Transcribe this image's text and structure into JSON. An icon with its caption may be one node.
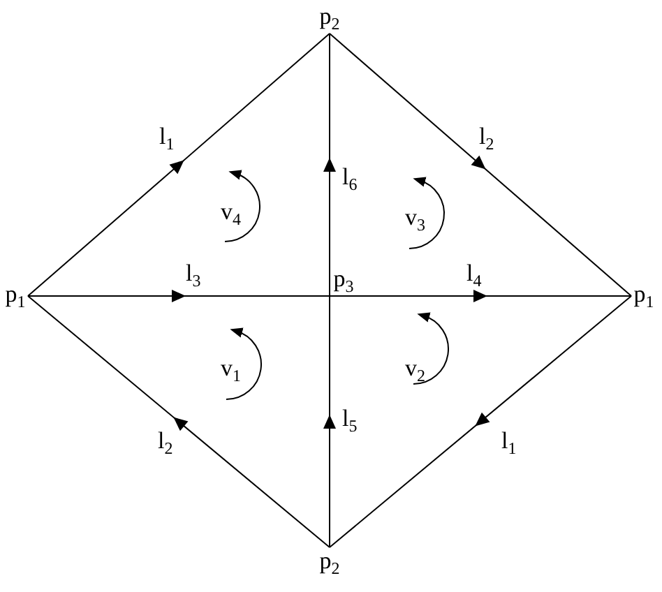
{
  "diagram": {
    "nodes": [
      {
        "text": [
          "p$_{2}$"
        ]
      },
      {
        "text": [
          "p$_{1}$"
        ]
      },
      {
        "text": [
          "p$_{3}$"
        ]
      },
      {
        "text": [
          "p$_{1}$"
        ]
      },
      {
        "text": [
          "p$_{2}$"
        ]
      }
    ],
    "edges": [
      {
        "from": 1,
        "to": 0,
        "arrow": "to",
        "label": "l$_{1}$"
      },
      {
        "from": 0,
        "to": 3,
        "arrow": "to",
        "label": "l$_{2}$"
      },
      {
        "from": 2,
        "to": 0,
        "arrow": "to",
        "label": "l$_{6}$"
      },
      {
        "from": 1,
        "to": 2,
        "arrow": "to",
        "label": "l$_{3}$"
      },
      {
        "from": 2,
        "to": 3,
        "arrow": "to",
        "label": "l$_{4}$"
      },
      {
        "from": 4,
        "to": 2,
        "arrow": "to",
        "label": "l$_{5}$"
      },
      {
        "from": 4,
        "to": 1,
        "arrow": "to",
        "label": "l$_{2}$"
      },
      {
        "from": 3,
        "to": 4,
        "arrow": "to",
        "label": "l$_{1}$"
      }
    ],
    "labels": [
      "v$_{4}$",
      "v$_{3}$",
      "v$_{1}$",
      "v$_{2}$"
    ]
  }
}
